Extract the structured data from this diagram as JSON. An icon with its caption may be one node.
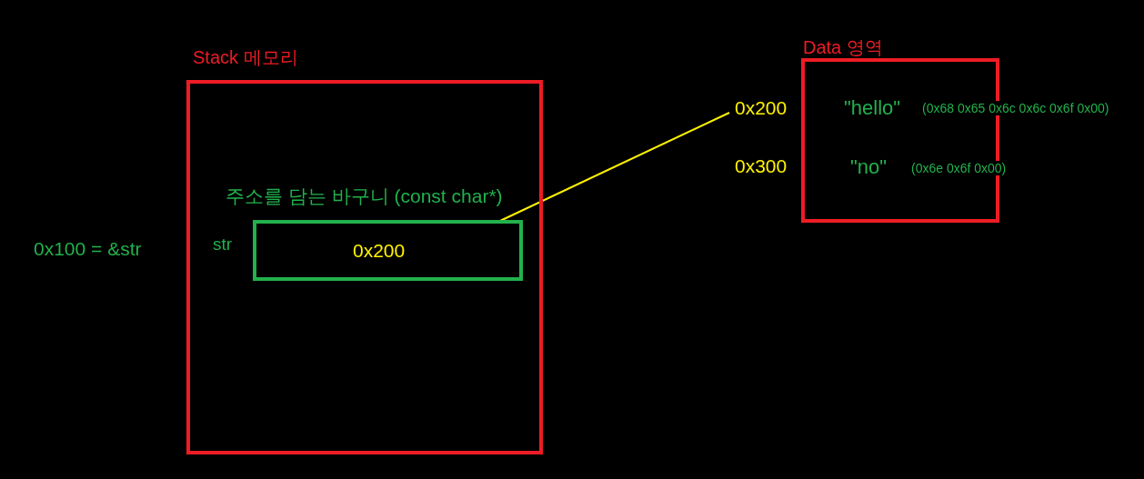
{
  "diagram": {
    "nodes": [
      {
        "text": [
          "Stack 메모리"
        ]
      },
      {
        "text": [
          "주소를 담는 바구니 (const char*)",
          "0x200"
        ],
        "in": 0,
        "beside": [
          "str"
        ]
      },
      {
        "text": [
          "Data 영역"
        ],
        "beside": [
          "0x300"
        ]
      },
      {
        "text": [
          "0x200"
        ]
      }
    ],
    "edges": [
      {
        "from": 1,
        "to": 3,
        "arrow": "none",
        "color": "#fff200"
      }
    ],
    "labels": [
      "0x100 = &str",
      "\"hello\"",
      "(0x68 0x65 0x6c 0x6c 0x6f 0x00)",
      "\"no\"",
      "(0x6e 0x6f 0x00)"
    ]
  }
}
